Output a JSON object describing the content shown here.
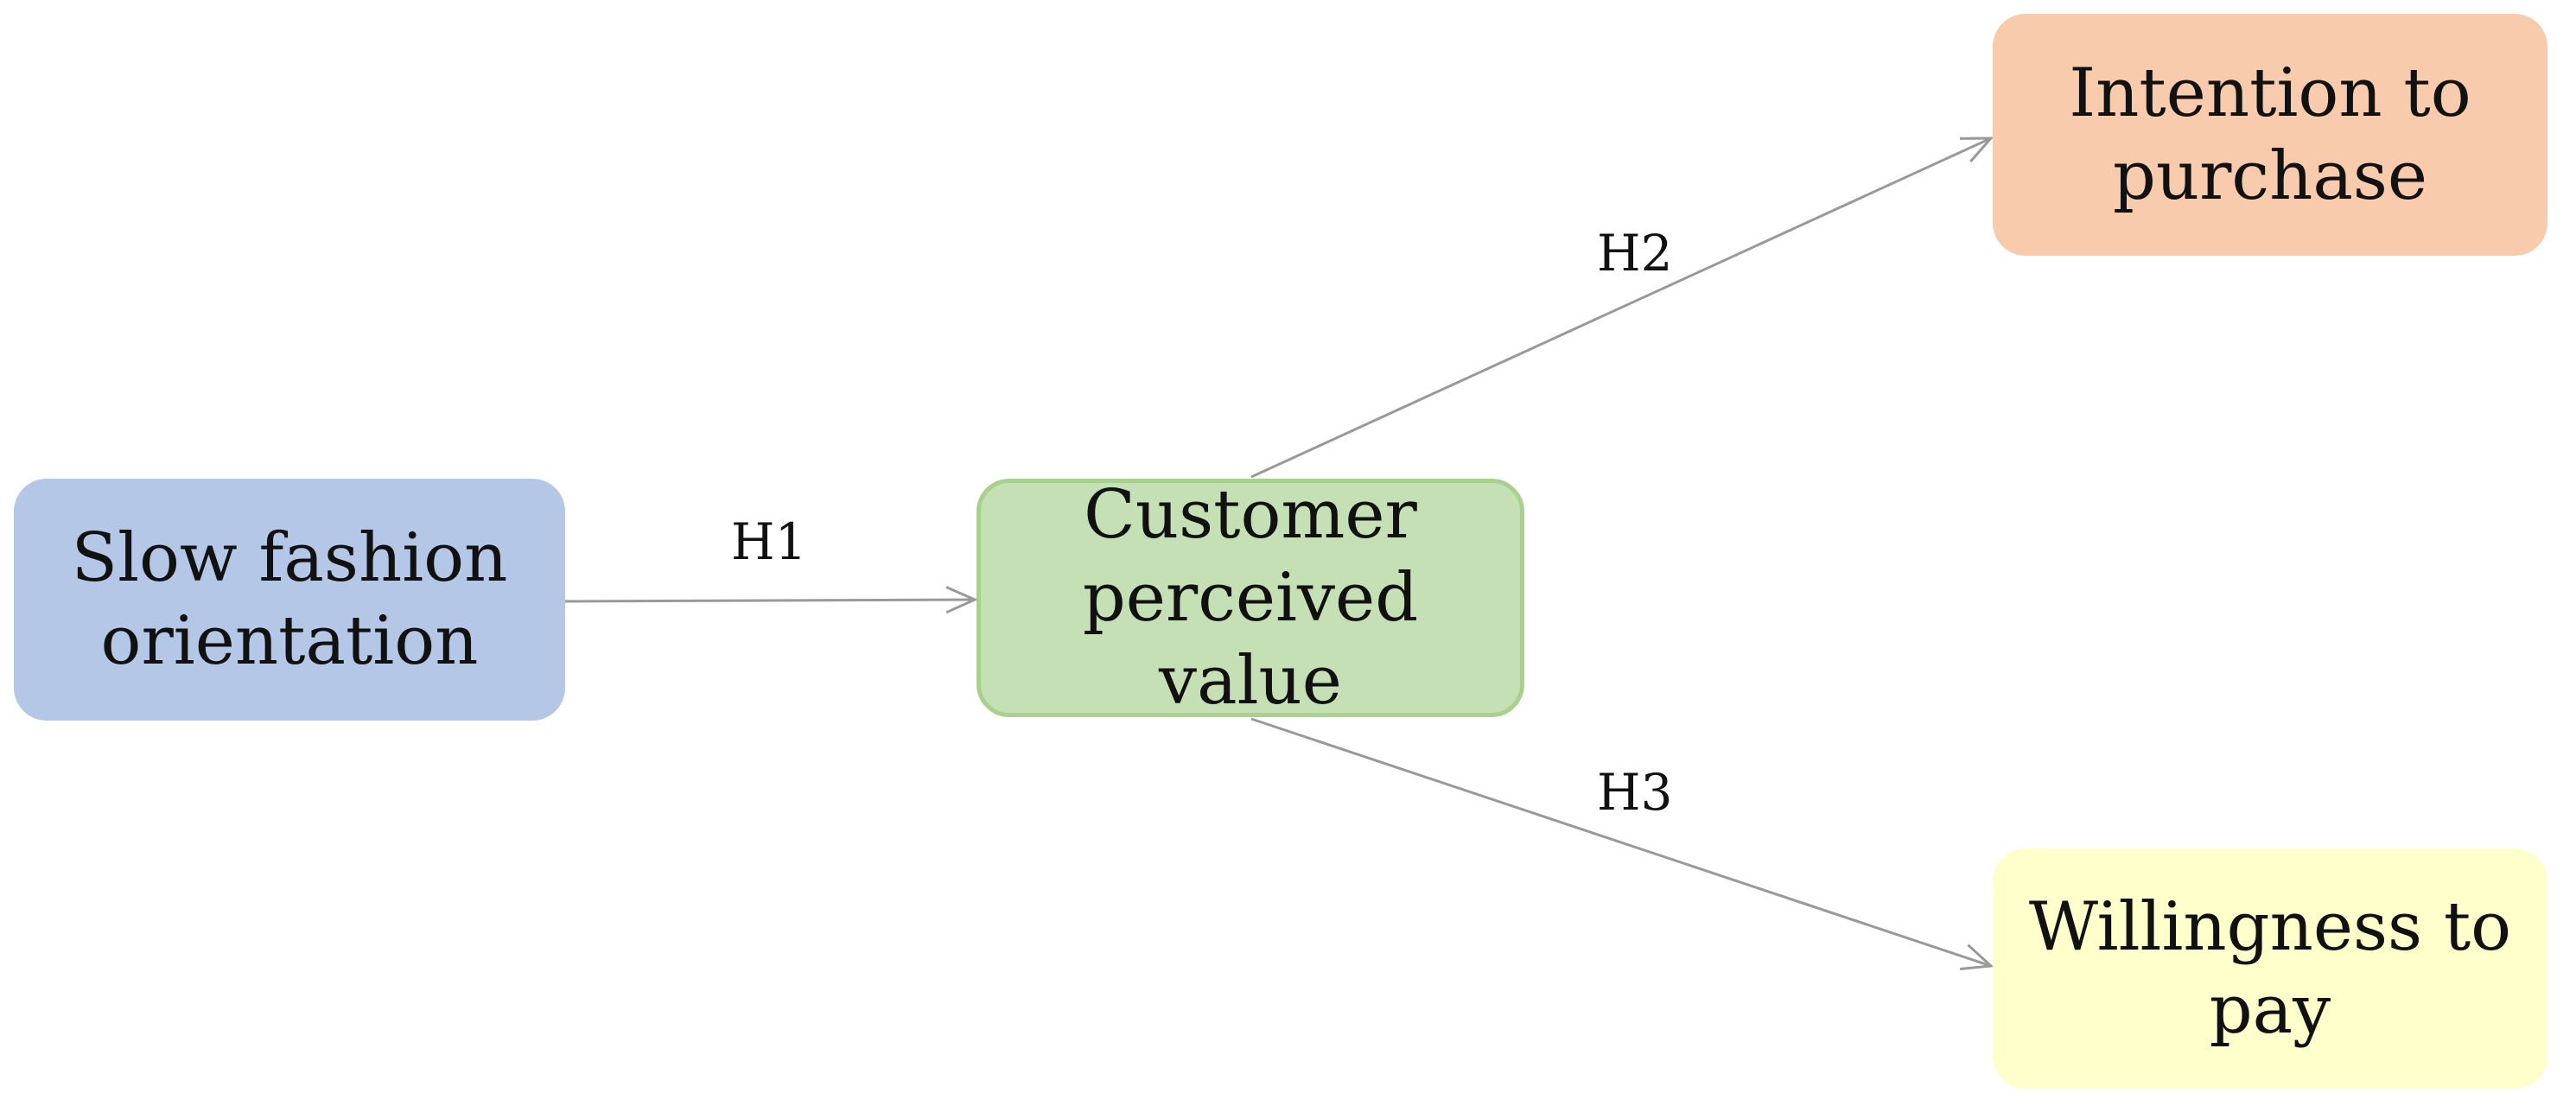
{
  "nodes": {
    "slow_fashion": {
      "text": "Slow fashion orientation",
      "color": "#b4c7e7"
    },
    "customer_value": {
      "text": "Customer perceived value",
      "color": "#c5e0b4",
      "border_color": "#a9d18e"
    },
    "intention": {
      "text": "Intention to purchase",
      "color": "#f8cbad"
    },
    "willingness": {
      "text": "Willingness to pay",
      "color": "#ffffcc"
    }
  },
  "edges": [
    {
      "from": "slow_fashion",
      "to": "customer_value",
      "label": "H1"
    },
    {
      "from": "customer_value",
      "to": "intention",
      "label": "H2"
    },
    {
      "from": "customer_value",
      "to": "willingness",
      "label": "H3"
    }
  ],
  "edge_color": "#999999"
}
